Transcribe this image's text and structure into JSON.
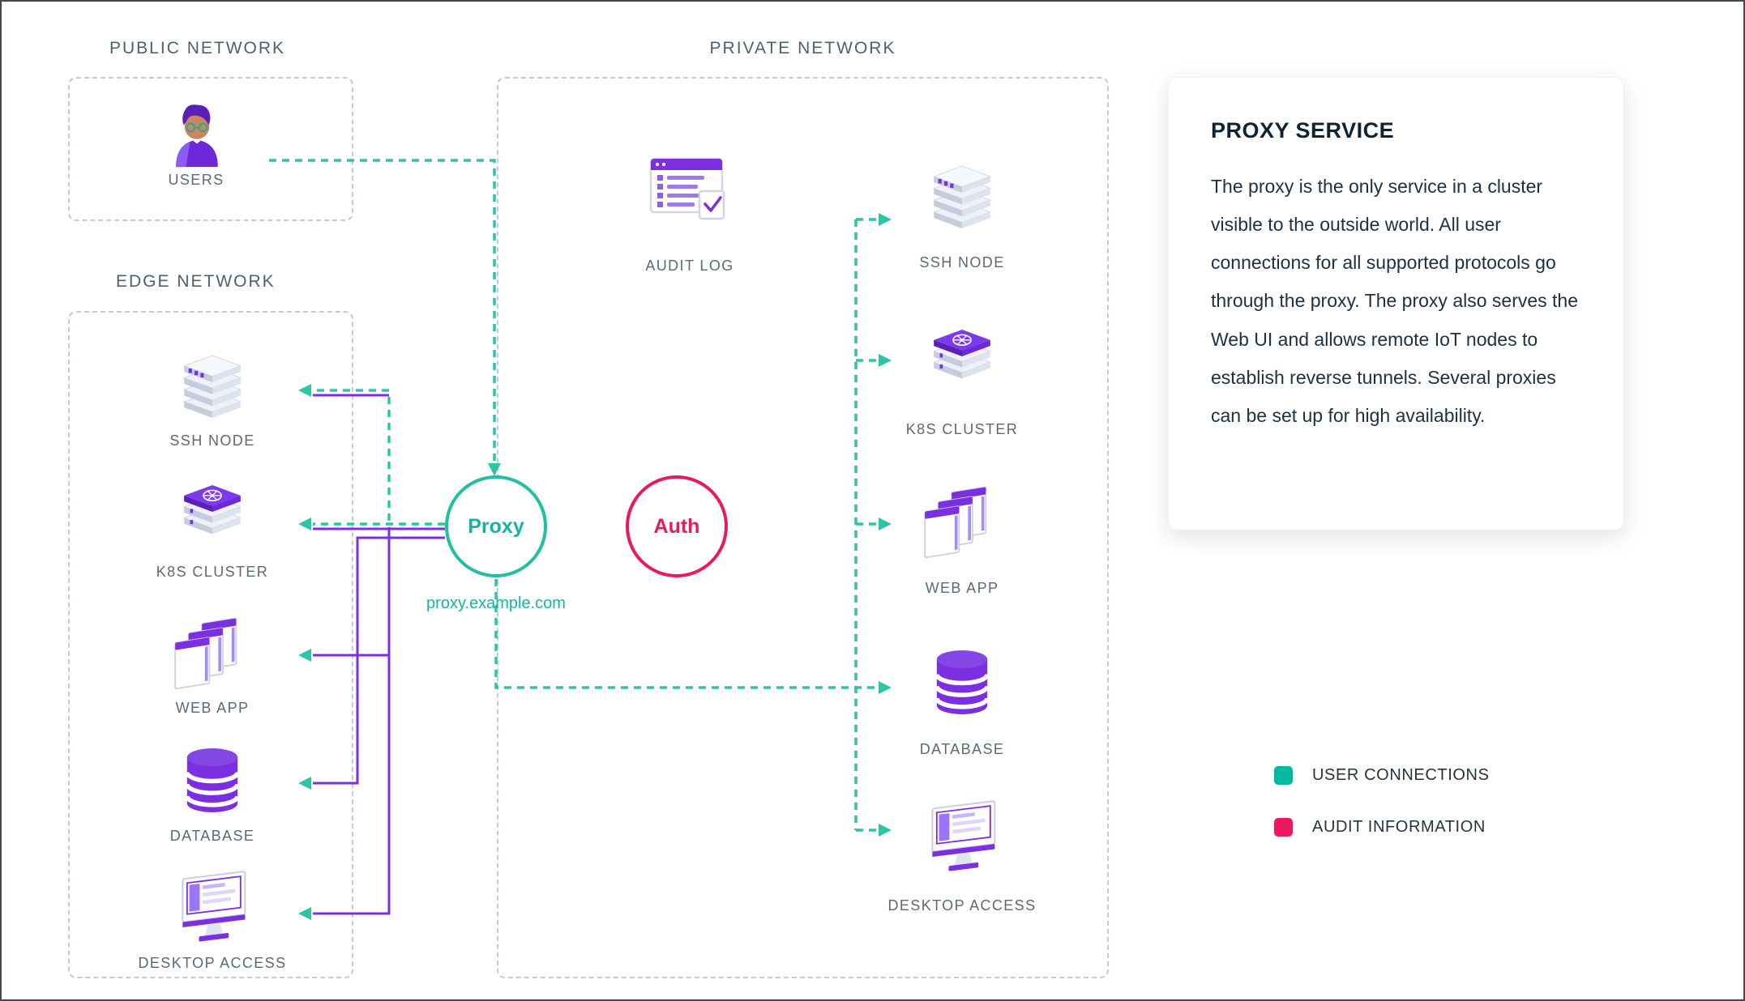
{
  "public_network": {
    "title": "PUBLIC NETWORK",
    "users_label": "USERS"
  },
  "edge_network": {
    "title": "EDGE NETWORK",
    "items": [
      {
        "label": "SSH NODE",
        "icon": "server-stack-icon"
      },
      {
        "label": "K8S CLUSTER",
        "icon": "kubernetes-stack-icon"
      },
      {
        "label": "WEB APP",
        "icon": "browser-windows-icon"
      },
      {
        "label": "DATABASE",
        "icon": "database-cylinder-icon"
      },
      {
        "label": "DESKTOP ACCESS",
        "icon": "desktop-monitor-icon"
      }
    ]
  },
  "private_network": {
    "title": "PRIVATE NETWORK",
    "audit_log": {
      "label": "AUDIT LOG",
      "icon": "audit-log-window-icon"
    },
    "items": [
      {
        "label": "SSH NODE",
        "icon": "server-stack-icon"
      },
      {
        "label": "K8S CLUSTER",
        "icon": "kubernetes-stack-icon"
      },
      {
        "label": "WEB APP",
        "icon": "browser-windows-icon"
      },
      {
        "label": "DATABASE",
        "icon": "database-cylinder-icon"
      },
      {
        "label": "DESKTOP ACCESS",
        "icon": "desktop-monitor-icon"
      }
    ]
  },
  "proxy": {
    "label": "Proxy",
    "hostname": "proxy.example.com"
  },
  "auth": {
    "label": "Auth"
  },
  "info_card": {
    "title": "PROXY SERVICE",
    "body": "The proxy is the only service in a cluster visible to the outside world. All user connections for all supported protocols go through the proxy. The proxy also serves the Web UI and allows remote IoT nodes to establish reverse tunnels. Several proxies can be set up for high availability."
  },
  "legend": {
    "items": [
      {
        "label": "USER CONNECTIONS",
        "color": "#00b9a0"
      },
      {
        "label": "AUDIT INFORMATION",
        "color": "#ec185e"
      }
    ]
  },
  "colors": {
    "user_connections_line": "#2ec4a8",
    "audit_information": "#ec185e",
    "resource_purple": "#7b2fe0",
    "proxy_teal": "#1fbfa2",
    "auth_pink": "#e8195c"
  }
}
